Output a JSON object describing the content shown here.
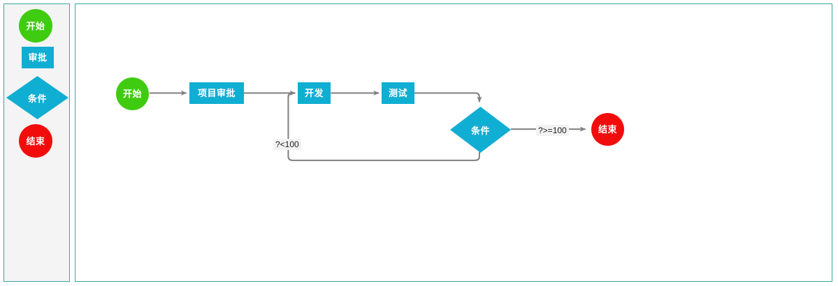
{
  "app": {
    "palette_title": "",
    "canvas_title": ""
  },
  "theme": {
    "panel_border": "#3aa69b",
    "palette_bg": "#f4f4f4",
    "canvas_bg": "#ffffff",
    "start_color": "#3fcc10",
    "end_color": "#f20d0d",
    "task_color": "#10aed2",
    "condition_color": "#10aed2",
    "edge_color": "#7f7f7f",
    "label_bg": "#f2f2f2"
  },
  "palette": {
    "items": [
      {
        "id": "start",
        "label": "开始",
        "shape": "circle",
        "color": "#3fcc10"
      },
      {
        "id": "approval",
        "label": "审批",
        "shape": "rect",
        "color": "#10aed2"
      },
      {
        "id": "condition",
        "label": "条件",
        "shape": "diamond",
        "color": "#10aed2"
      },
      {
        "id": "end",
        "label": "结束",
        "shape": "circle",
        "color": "#f20d0d"
      }
    ]
  },
  "canvas": {
    "nodes": [
      {
        "id": "start",
        "label": "开始",
        "shape": "circle"
      },
      {
        "id": "approval",
        "label": "项目审批",
        "shape": "rect"
      },
      {
        "id": "develop",
        "label": "开发",
        "shape": "rect"
      },
      {
        "id": "test",
        "label": "测试",
        "shape": "rect"
      },
      {
        "id": "condition",
        "label": "条件",
        "shape": "diamond"
      },
      {
        "id": "end",
        "label": "结束",
        "shape": "circle"
      }
    ],
    "edges": [
      {
        "id": "e1",
        "from": "start",
        "to": "approval",
        "label": ""
      },
      {
        "id": "e2",
        "from": "approval",
        "to": "develop",
        "label": ""
      },
      {
        "id": "e3",
        "from": "develop",
        "to": "test",
        "label": ""
      },
      {
        "id": "e4",
        "from": "test",
        "to": "condition",
        "label": ""
      },
      {
        "id": "e5",
        "from": "condition",
        "to": "end",
        "label": "?>=100"
      },
      {
        "id": "e6",
        "from": "condition",
        "to": "develop",
        "label": "?<100"
      }
    ]
  }
}
